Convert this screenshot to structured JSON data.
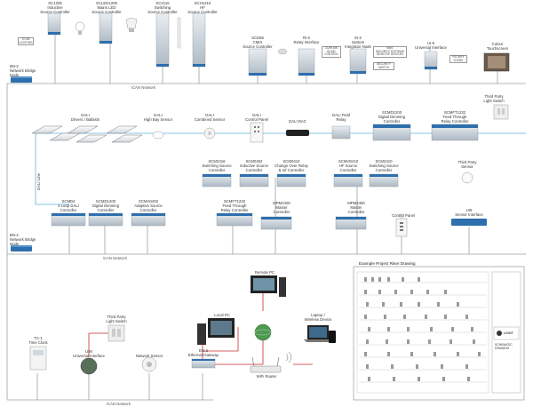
{
  "colors": {
    "ican_network": "#9aa0a6",
    "dali_line": "#5fb4d6",
    "ethernet_line": "#c8282e",
    "module_face": "#2e6fad",
    "module_body": "#c9d3dc"
  },
  "top_row": [
    {
      "id": "sc1205",
      "label": "SC1205\nInductive\nSource Controller"
    },
    {
      "id": "sc1206",
      "label": "SCLED1206\nMains LED\nSource Controller"
    },
    {
      "id": "sc2116",
      "label": "SC2116\nSwitching\nSource Controller"
    },
    {
      "id": "sch1210",
      "label": "SCH1210\nHF\nSource Controller"
    },
    {
      "id": "scd66",
      "label": "SCD66\nCMIX\nSource Controller"
    },
    {
      "id": "ri2",
      "label": "RI-2\nRelay Interface"
    },
    {
      "id": "si2",
      "label": "SI-2\nSystem\nIntegrator Node"
    },
    {
      "id": "ui5",
      "label": "UI-5\nUniversal Interface"
    },
    {
      "id": "colour_ts",
      "label": "Colour\nTouchscreen"
    }
  ],
  "top_small_boxes": [
    {
      "id": "ltg",
      "label": "TO BE\nLIGHTING"
    },
    {
      "id": "curtain",
      "label": "CURTAIN\nBLIND\nCONTROL"
    },
    {
      "id": "bms",
      "label": "BMS\nSECURITY SYSTEMS\nDESKTOP DEVICES"
    },
    {
      "id": "security",
      "label": "SECURITY\nSWITCH"
    },
    {
      "id": "rotary",
      "label": "ROTARY\nSCENE"
    }
  ],
  "bridge_top": {
    "label": "BN-2\nNetwork Bridge\nNode"
  },
  "bridge_mid": {
    "label": "BN-2\nNetwork Bridge\nNode"
  },
  "third_party_light_switch_top": {
    "label": "Third Party\nLight Switch"
  },
  "networks": {
    "ican_1": "iCAN Network",
    "ican_2": "iCAN Network",
    "ican_3": "iCAN Network",
    "dali_line": "DALI Line"
  },
  "dali_row": [
    {
      "id": "dali_ballasts",
      "label": "DALI\nDrivers / Ballasts"
    },
    {
      "id": "dali_highbay",
      "label": "DALI\nHigh Bay Sensor"
    },
    {
      "id": "dali_combined",
      "label": "DALI\nCombined Sensor"
    },
    {
      "id": "dali_panel",
      "label": "DALI\nControl Panel"
    },
    {
      "id": "dali_dac",
      "label": "DALI DAC"
    },
    {
      "id": "dali_relay",
      "label": "DALI Field\nRelay"
    },
    {
      "id": "scmd1200",
      "label": "SCMD1200\nDigital Dimming\nController"
    },
    {
      "id": "scmft1232",
      "label": "SCMFT1232\nFeed Through\nRelay Controller"
    }
  ],
  "mid_row_upper": [
    {
      "id": "scm2416",
      "label": "SCM2416\nSwitching Source\nController"
    },
    {
      "id": "scm0402",
      "label": "SCM0402\nInductive Source\nController"
    },
    {
      "id": "scm0410",
      "label": "SCM0410\nChange Over Relay\n& Inf Controller"
    },
    {
      "id": "scmh0410",
      "label": "SCMH0410\nHF Source\nController"
    },
    {
      "id": "scm2410",
      "label": "SCM2410\nSwitching Source\nController"
    },
    {
      "id": "third_party_sensor",
      "label": "Third Party\nSensor"
    }
  ],
  "mid_row_lower": [
    {
      "id": "scmdl4",
      "label": "SCMD4\n4 Loop DALI\nController"
    },
    {
      "id": "scmd1200b",
      "label": "SCMD1200\nDigital Dimming\nController"
    },
    {
      "id": "scma0402",
      "label": "SCMA0402\nAdaptive Source\nController"
    },
    {
      "id": "scmft1232b",
      "label": "SCMFT1232\nFeed Through\nRelay Controller"
    },
    {
      "id": "mpm2400a",
      "label": "MPM2400\nMaster\nController"
    },
    {
      "id": "mpm2400b",
      "label": "MPM2400\nMaster\nController"
    },
    {
      "id": "control_panel",
      "label": "Control Panel"
    },
    {
      "id": "ui5b",
      "label": "UI5\nSensor Interface"
    }
  ],
  "bottom": {
    "tc1": "TC-1\nTime Clock",
    "uim": "UIM\nUniversal Interface",
    "third_party_switch": "Third Party\nLight Switch",
    "network_sensor": "Network Sensor",
    "eg2": "EG-2\nEthernet Gateway",
    "local_pc": "Local PC",
    "remote_pc": "Remote PC",
    "wifi_router": "WiFi Router",
    "laptop": "Laptop /\nWireless Device"
  },
  "drawing": {
    "title": "Example Project Riser Drawing",
    "brand": "LIGHT",
    "title_block": "SCHEMATIC\nDRAWING"
  }
}
